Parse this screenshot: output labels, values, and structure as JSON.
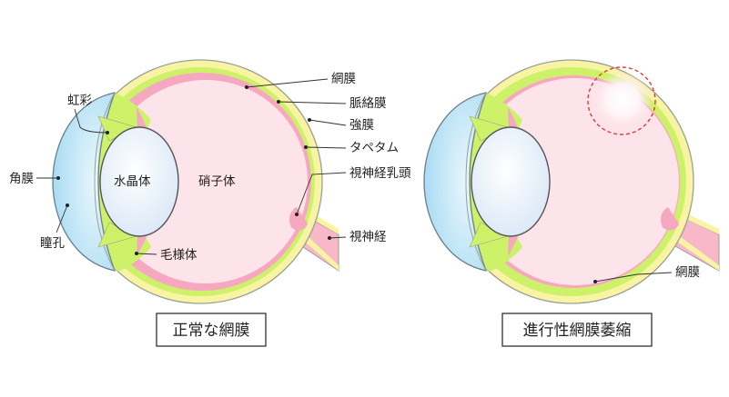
{
  "colors": {
    "sclera": "#f8f4a4",
    "sclera_edge": "#9aa093",
    "choroid": "#cdf26a",
    "retina": "#f6a8c0",
    "vitreous": "#fde3ea",
    "cornea": "#bfe6f7",
    "lens": "#e8f1fb",
    "optic_nerve": "#f8b8c9",
    "atrophy_ring": "#e53935"
  },
  "normal": {
    "caption": "正常な網膜",
    "labels": {
      "retina": "網膜",
      "choroid": "脈絡膜",
      "sclera": "強膜",
      "tapetum": "タペタム",
      "optic_disc": "視神経乳頭",
      "optic_nerve": "視神経",
      "iris": "虹彩",
      "cornea": "角膜",
      "pupil": "瞳孔",
      "lens": "水晶体",
      "vitreous": "硝子体",
      "ciliary_body": "毛様体"
    }
  },
  "atrophy": {
    "caption": "進行性網膜萎縮",
    "labels": {
      "retina": "網膜"
    }
  }
}
